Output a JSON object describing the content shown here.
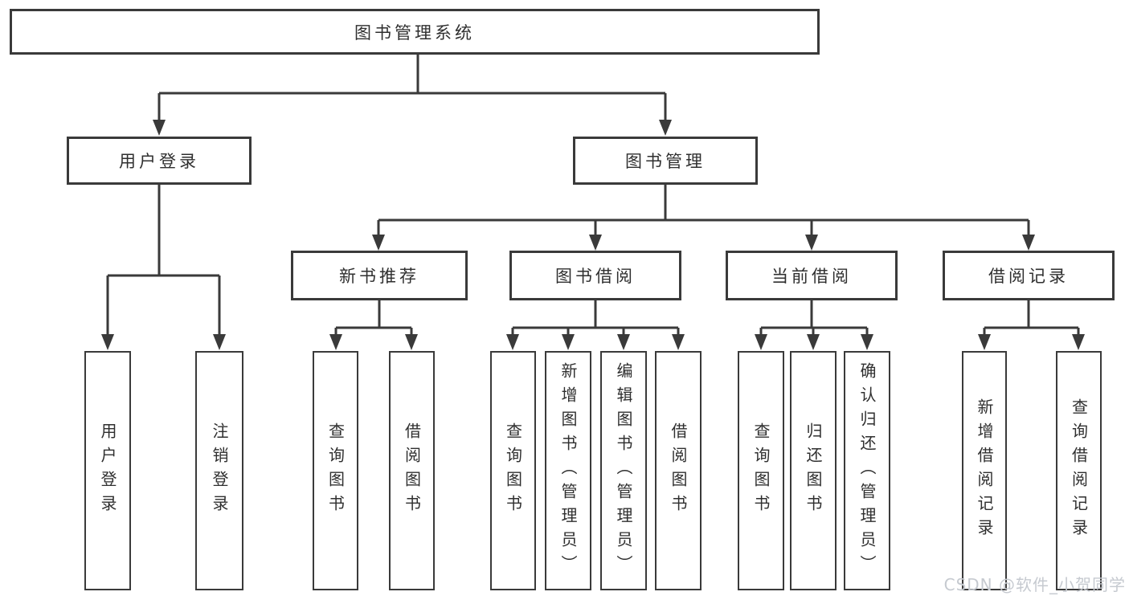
{
  "colors": {
    "line": "#3a3a3a",
    "text": "#2f2f2f",
    "background": "#ffffff",
    "watermark": "#c6cad0"
  },
  "watermark": {
    "text": "CSDN @软件_小贺同学"
  },
  "tree": {
    "label": "图书管理系统",
    "children": [
      {
        "label": "用户登录",
        "children": [
          {
            "label": "用户登录"
          },
          {
            "label": "注销登录"
          }
        ]
      },
      {
        "label": "图书管理",
        "children": [
          {
            "label": "新书推荐",
            "children": [
              {
                "label": "查询图书"
              },
              {
                "label": "借阅图书"
              }
            ]
          },
          {
            "label": "图书借阅",
            "children": [
              {
                "label": "查询图书"
              },
              {
                "label": "新增图书（管理员）"
              },
              {
                "label": "编辑图书（管理员）"
              },
              {
                "label": "借阅图书"
              }
            ]
          },
          {
            "label": "当前借阅",
            "children": [
              {
                "label": "查询图书"
              },
              {
                "label": "归还图书"
              },
              {
                "label": "确认归还（管理员）"
              }
            ]
          },
          {
            "label": "借阅记录",
            "children": [
              {
                "label": "新增借阅记录"
              },
              {
                "label": "查询借阅记录"
              }
            ]
          }
        ]
      }
    ]
  }
}
